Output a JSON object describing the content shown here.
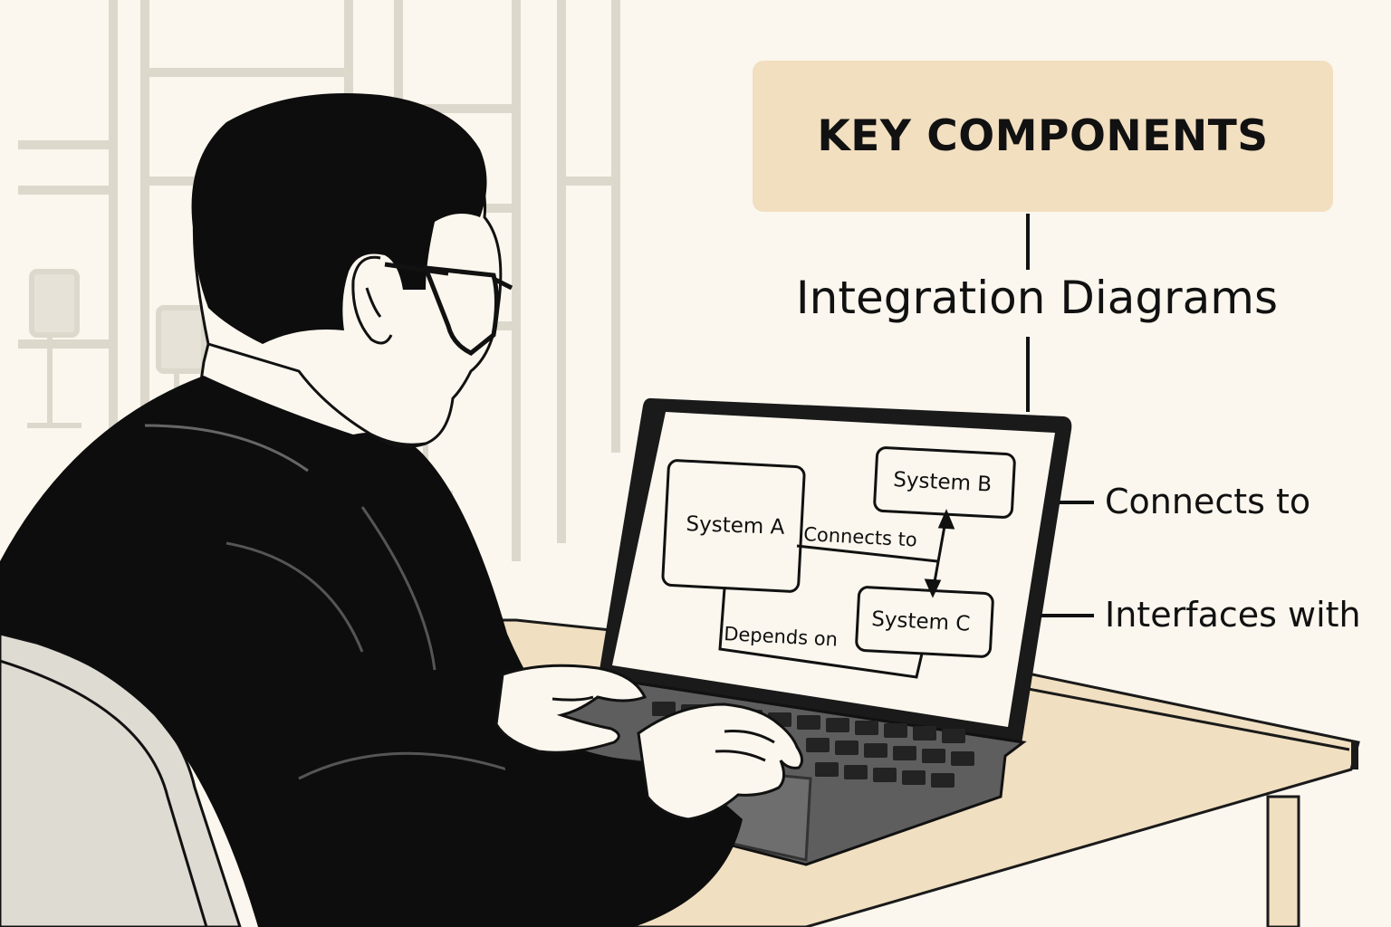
{
  "header": {
    "key_components": "KEY COMPONENTS",
    "title": "Integration Diagrams"
  },
  "side_labels": {
    "connects": "Connects to",
    "interfaces": "Interfaces with"
  },
  "screen_diagram": {
    "system_a": "System A",
    "system_b": "System B",
    "system_c": "System C",
    "edge_a_b": "Connects to",
    "edge_a_c": "Depends on"
  },
  "colors": {
    "background": "#fbf7ee",
    "header_box": "#f2dfc0",
    "desk": "#f0dfc1",
    "ink": "#111111",
    "shirt": "#0d0d0d"
  }
}
